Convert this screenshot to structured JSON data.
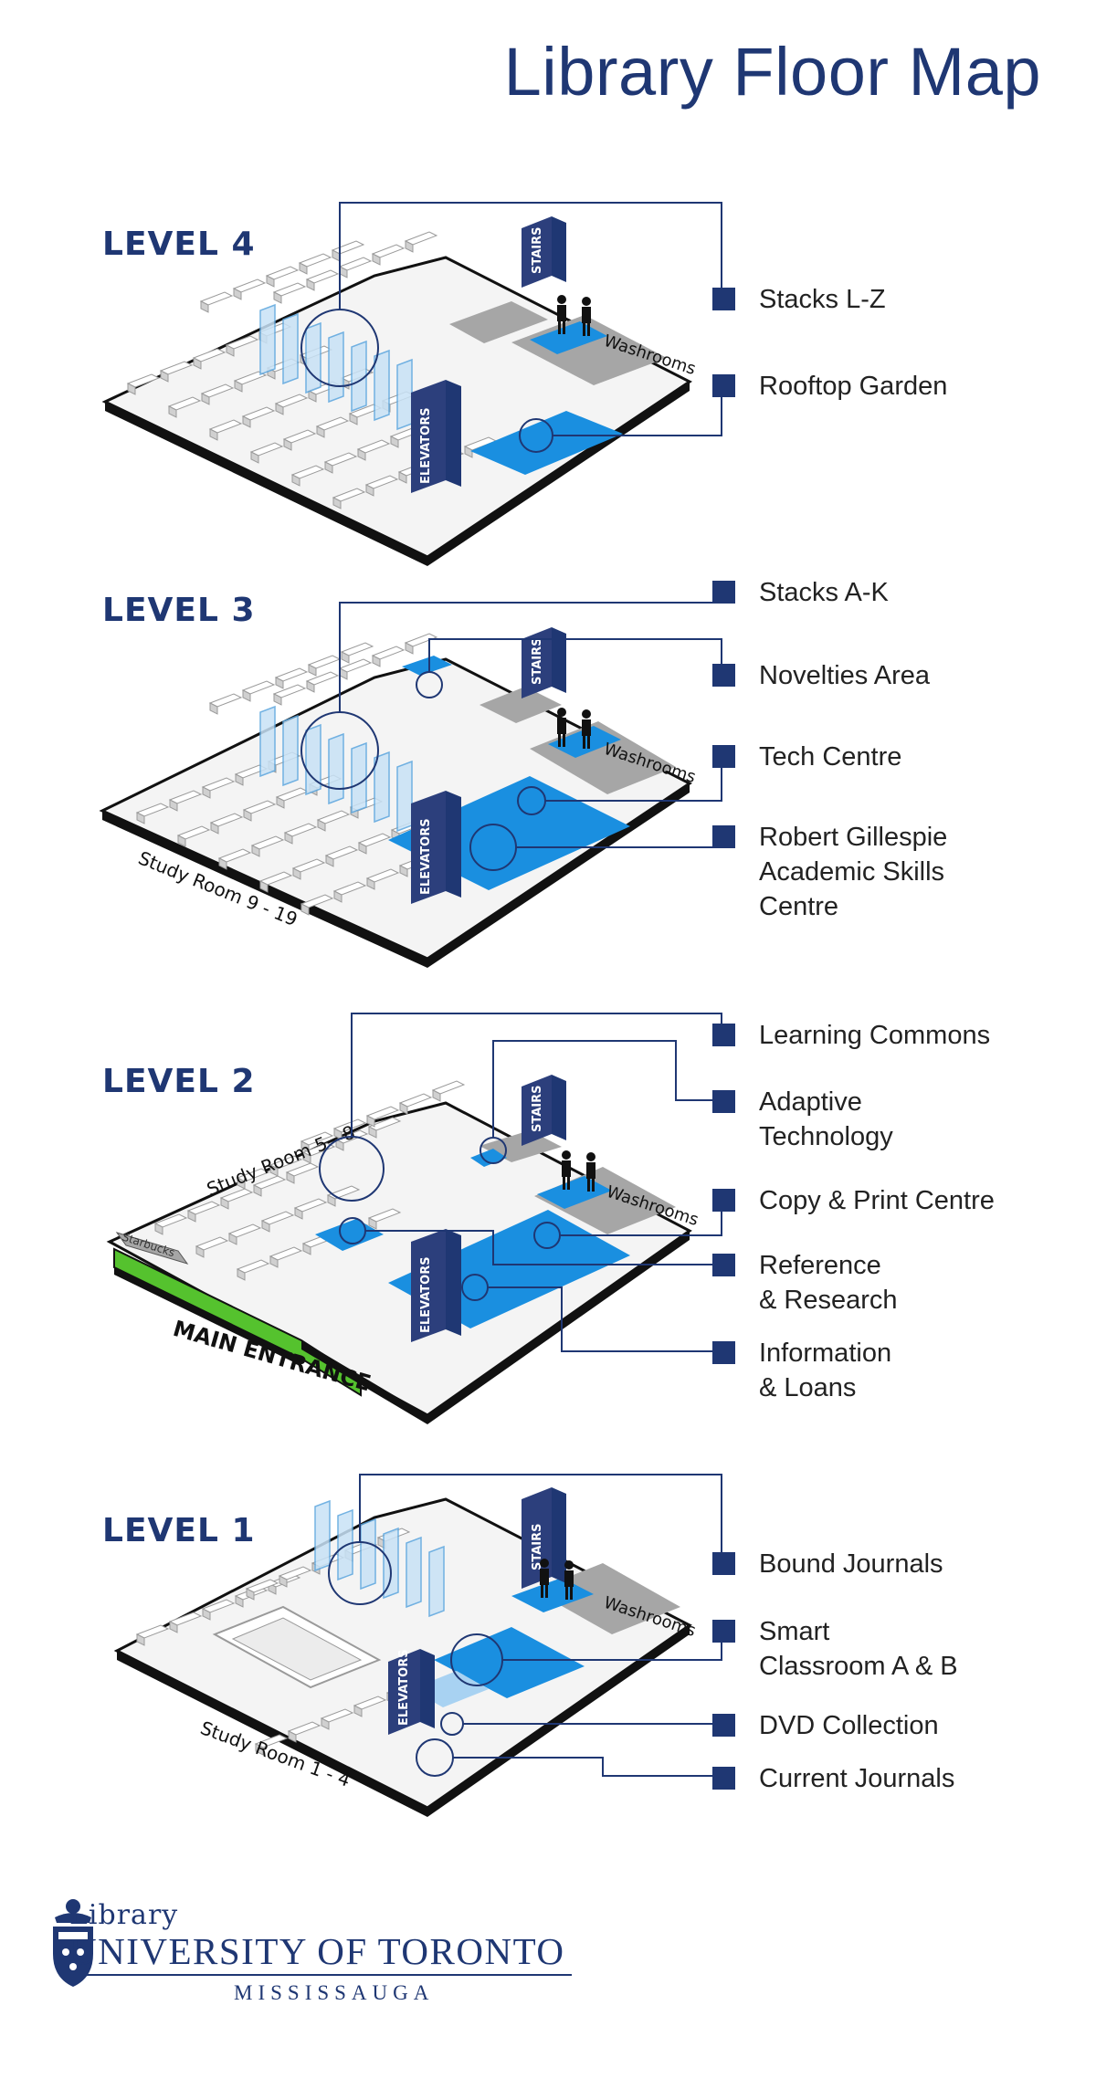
{
  "header": {
    "title": "Library Floor Map"
  },
  "labels": {
    "stairs": "STAIRS",
    "elevators": "ELEVATORS",
    "washrooms": "Washrooms",
    "starbucks": "Starbucks",
    "main_entrance": "MAIN ENTRANCE"
  },
  "levels": [
    {
      "name": "LEVEL 4",
      "legend": [
        "Stacks L-Z",
        "Rooftop Garden"
      ]
    },
    {
      "name": "LEVEL 3",
      "study_room": "Study Room 9 - 19",
      "legend": [
        "Stacks A-K",
        "Novelties Area",
        "Tech Centre",
        "Robert Gillespie\nAcademic Skills\nCentre"
      ]
    },
    {
      "name": "LEVEL 2",
      "study_room": "Study Room 5 - 8",
      "legend": [
        "Learning Commons",
        "Adaptive\nTechnology",
        "Copy & Print Centre",
        "Reference\n& Research",
        "Information\n & Loans"
      ]
    },
    {
      "name": "LEVEL 1",
      "study_room": "Study Room 1 - 4",
      "legend": [
        "Bound Journals",
        "Smart\nClassroom A & B",
        "DVD Collection",
        "Current Journals"
      ]
    }
  ],
  "logo": {
    "library": "Library",
    "university": "UNIVERSITY OF TORONTO",
    "campus": "MISSISSAUGA"
  },
  "colors": {
    "navy": "#1f3773",
    "blue_zone": "#1a8fe0",
    "light_blue": "#a8d2f2",
    "gray_zone": "#a6a6a6",
    "green_entrance": "#55c22e",
    "floor_edge": "#111111"
  }
}
